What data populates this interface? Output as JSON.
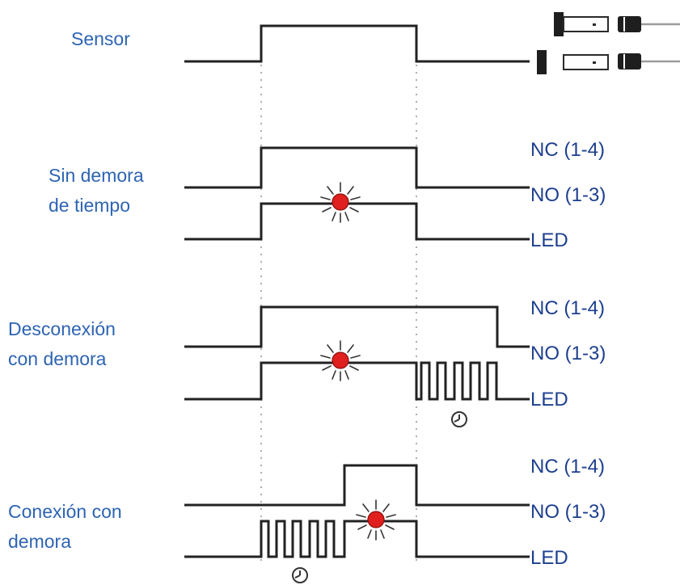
{
  "rows": {
    "sensor": {
      "label": "Sensor"
    },
    "no_delay": {
      "label_line1": "Sin demora",
      "label_line2": "de tiempo"
    },
    "off_delay": {
      "label_line1": "Desconexión",
      "label_line2": "con demora"
    },
    "on_delay": {
      "label_line1": "Conexión con",
      "label_line2": "demora"
    }
  },
  "signals": {
    "nc": "NC (1-4)",
    "no": "NO (1-3)",
    "led": "LED"
  },
  "colors": {
    "row_label": "#2d64b3",
    "signal_label": "#1d3f8f",
    "led": "#e01f1f",
    "trace": "#222222"
  },
  "icons": [
    "photoelectric-sensor-icon",
    "led-on-icon",
    "timer-icon"
  ]
}
